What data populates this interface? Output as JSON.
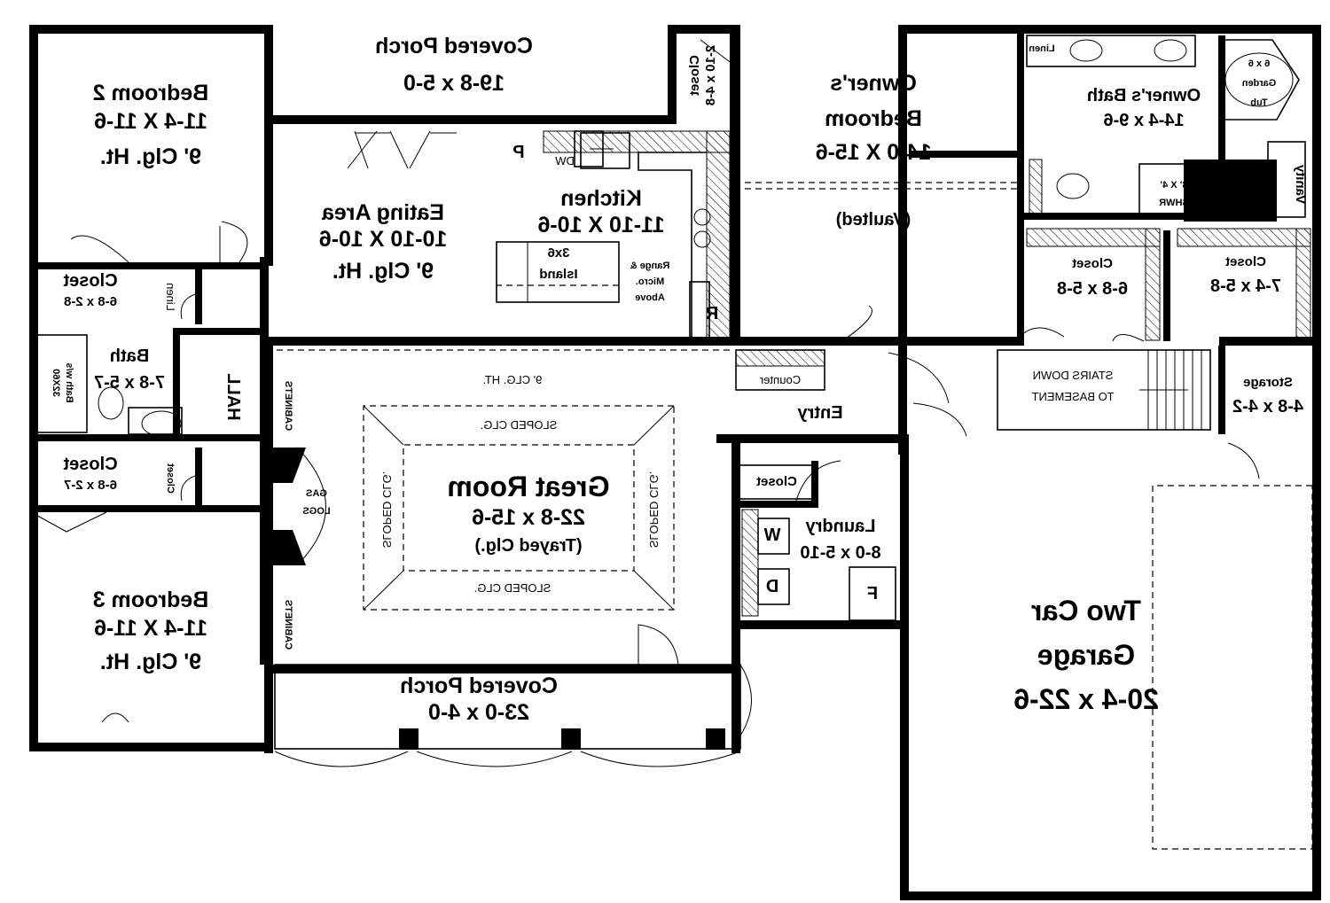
{
  "rooms": {
    "covered_porch_top": {
      "name": "Covered Porch",
      "size": "19-8 x 5-0"
    },
    "bedroom2": {
      "name": "Bedroom 2",
      "size": "11-4 X 11-6",
      "ceiling": "9' Clg. Ht."
    },
    "closet_top": {
      "name": "Closet",
      "size": "2-10 x 4-8"
    },
    "owners_bedroom": {
      "name1": "Owner's",
      "name2": "Bedroom",
      "size": "14-0 X 15-6",
      "note": "(Vaulted)"
    },
    "owners_bath": {
      "name": "Owner's Bath",
      "size": "14-4 x 9-6"
    },
    "linen_owners": {
      "name": "Linen"
    },
    "garden_tub": {
      "l1": "6 x 6",
      "l2": "Garden",
      "l3": "Tub"
    },
    "vanity": {
      "name": "Vanity"
    },
    "shower": {
      "l1": "3' X 4'",
      "l2": "SHWR"
    },
    "eating_area": {
      "name": "Eating Area",
      "size": "10-10 X 10-6",
      "ceiling": "9' Clg. Ht."
    },
    "kitchen": {
      "name": "Kitchen",
      "size": "11-10 X 10-6"
    },
    "pantry": {
      "name": "P"
    },
    "dishwasher": {
      "name": "DW"
    },
    "island": {
      "l1": "3x6",
      "l2": "Island"
    },
    "range": {
      "l1": "Range &",
      "l2": "Micro.",
      "l3": "Above"
    },
    "refrigerator": {
      "name": "R"
    },
    "closet_mid_left": {
      "name": "Closet",
      "size": "6-8 x 5-8"
    },
    "closet_mid_right": {
      "name": "Closet",
      "size": "7-4 x 5-8"
    },
    "closet_bed2": {
      "name": "Closet",
      "size": "6-8 x 2-8"
    },
    "linen_hall": {
      "name": "Linen"
    },
    "bath": {
      "name": "Bath",
      "size": "7-8 x 5-7"
    },
    "bath_tub": {
      "l1": "Bath w/s",
      "l2": "32X60"
    },
    "hall": {
      "name": "HALL"
    },
    "cabinets_top": {
      "name": "CABINETS"
    },
    "cabinets_bottom": {
      "name": "CABINETS"
    },
    "gas_logs": {
      "l1": "GAS",
      "l2": "LOGS"
    },
    "clg_ht": {
      "name": "9' CLG. HT."
    },
    "sloped_top": {
      "name": "SLOPED CLG."
    },
    "sloped_bottom": {
      "name": "SLOPED CLG."
    },
    "sloped_left": {
      "name": "SLOPED CLG."
    },
    "sloped_right": {
      "name": "SLOPED CLG."
    },
    "great_room": {
      "name": "Great Room",
      "size": "22-8 x 15-6",
      "note": "(Trayed Clg.)"
    },
    "counter": {
      "name": "Counter"
    },
    "entry": {
      "name": "Entry"
    },
    "stairs": {
      "l1": "STAIRS DOWN",
      "l2": "TO BASEMENT"
    },
    "storage": {
      "name": "Storage",
      "size": "4-8 x 4-2"
    },
    "closet_entry": {
      "name": "Closet"
    },
    "laundry": {
      "name": "Laundry",
      "size": "8-0 x 5-10"
    },
    "washer": {
      "name": "W"
    },
    "dryer": {
      "name": "D"
    },
    "freezer": {
      "name": "F"
    },
    "closet_bed3": {
      "name": "Closet",
      "size": "6-8 x 2-7"
    },
    "closet_small": {
      "name": "Closet"
    },
    "bedroom3": {
      "name": "Bedroom 3",
      "size": "11-4 X 11-6",
      "ceiling": "9' Clg. Ht."
    },
    "covered_porch_bottom": {
      "name": "Covered Porch",
      "size": "23-0 x 4-0"
    },
    "garage": {
      "name1": "Two Car",
      "name2": "Garage",
      "size": "20-4 x 22-6"
    }
  }
}
